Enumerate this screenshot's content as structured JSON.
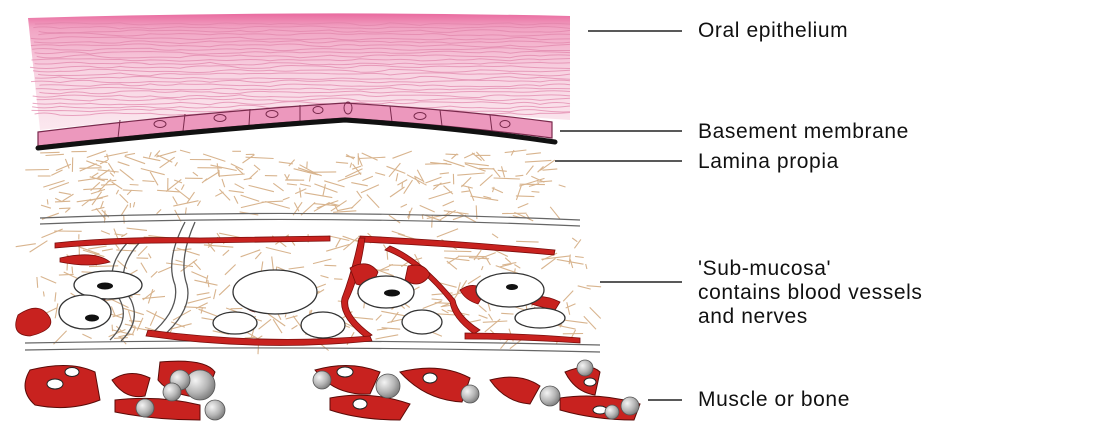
{
  "labels": {
    "oral_epithelium": "Oral epithelium",
    "basement_membrane": "Basement membrane",
    "lamina_propia": "Lamina propia",
    "submucosa": [
      "'Sub-mucosa'",
      "contains blood vessels",
      "and nerves"
    ],
    "muscle_or_bone": "Muscle or bone"
  },
  "colors": {
    "epithelium": "#f2b8cf",
    "epithelium_lines": "#e184aa",
    "basal_cells": "#e98fb6",
    "membrane": "#111111",
    "fibers": "#d8b48e",
    "vessels": "#c8221f",
    "nerves": "#555555",
    "bone_balls": "#b9b9b9",
    "leader_lines": "#222222"
  }
}
